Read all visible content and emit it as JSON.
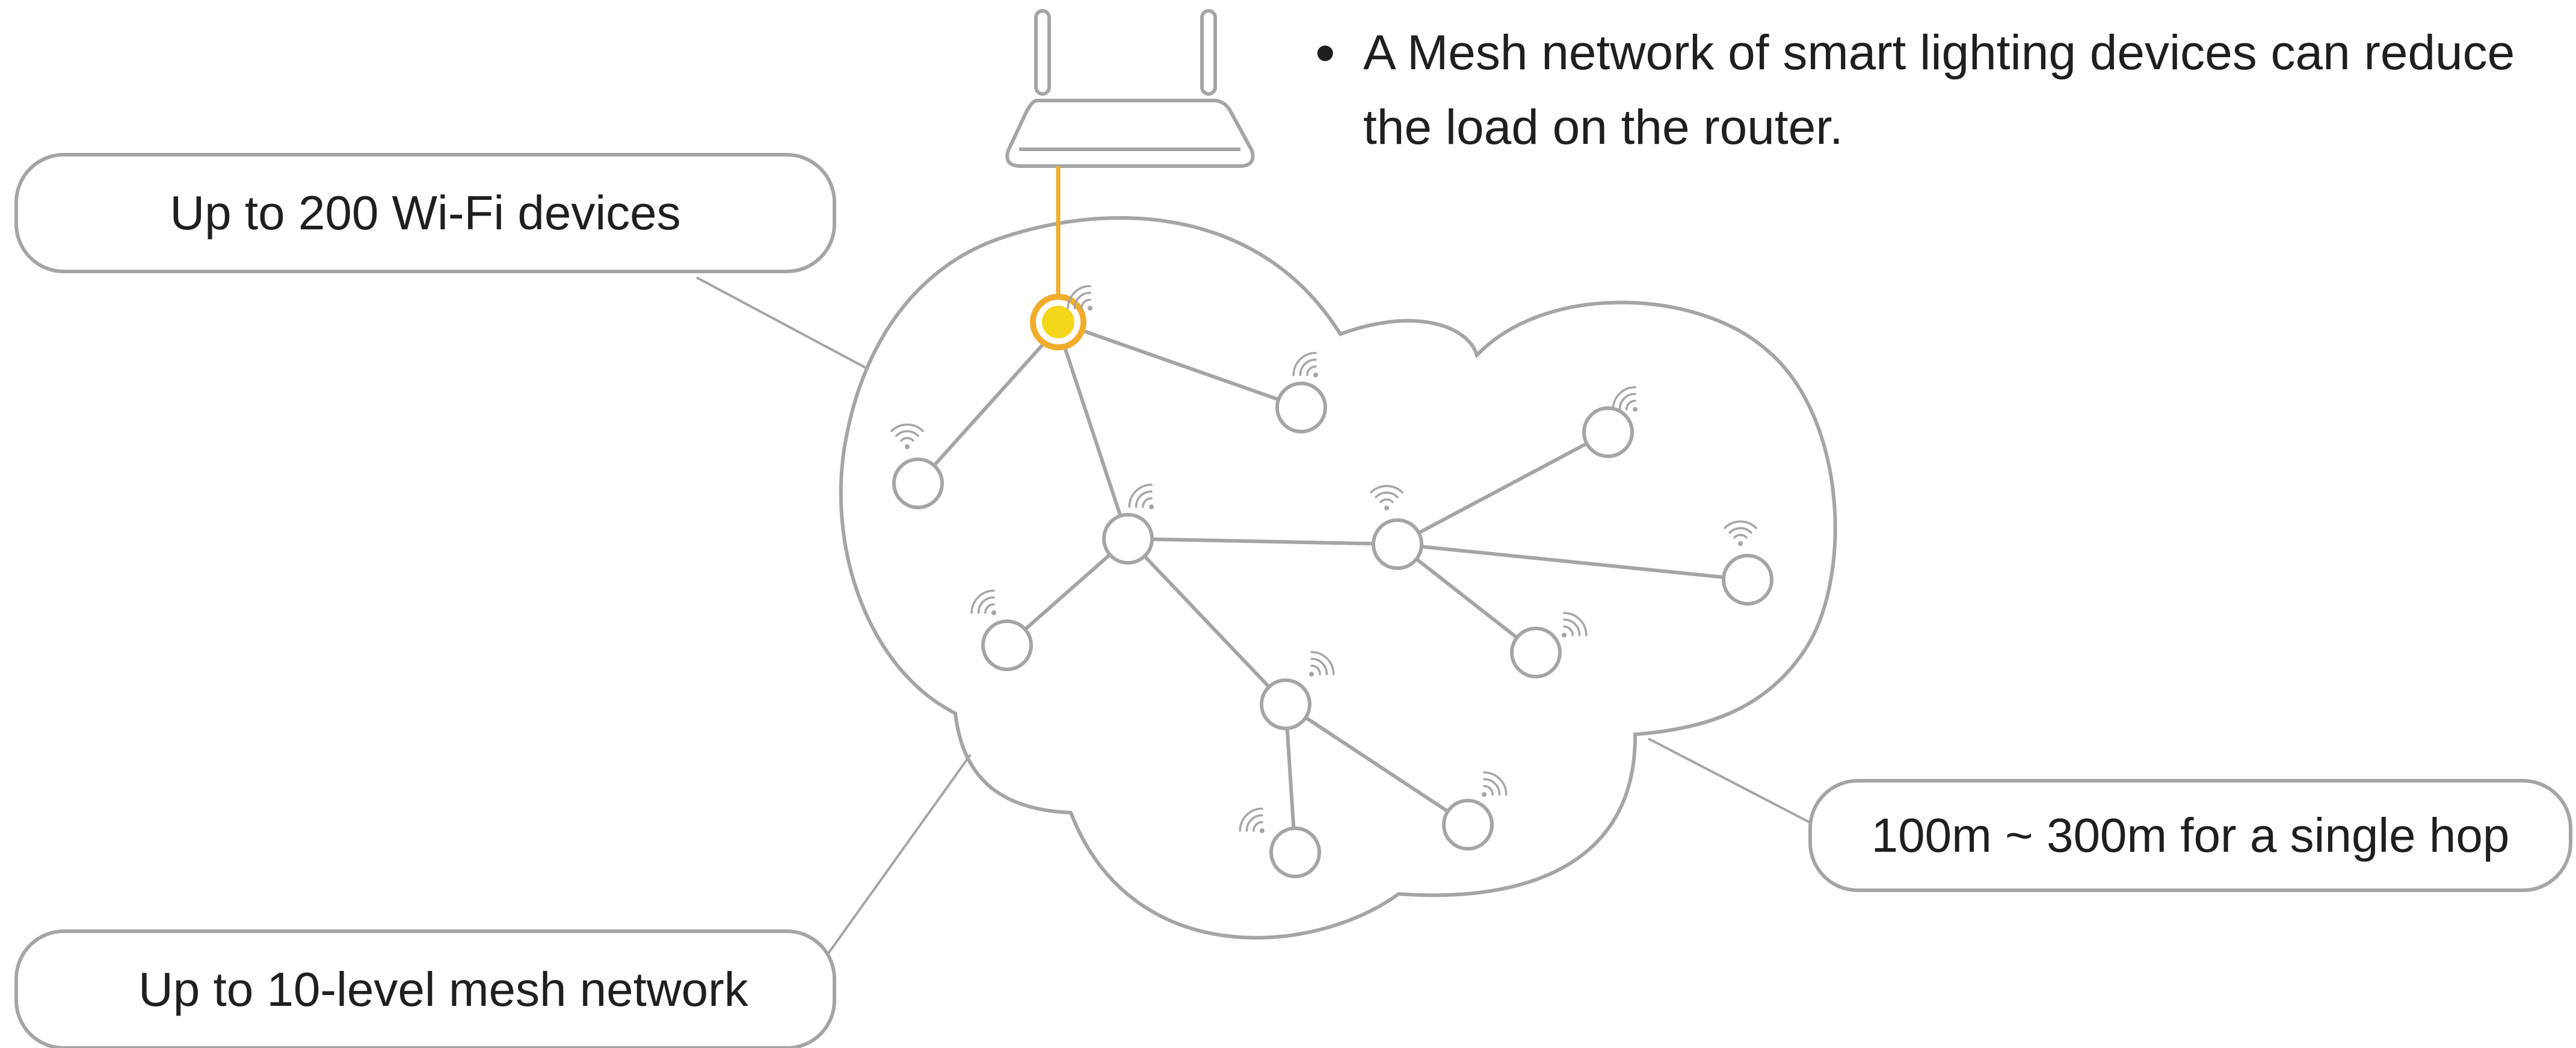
{
  "note": {
    "bullet": "•",
    "text": "A Mesh network of smart lighting devices can reduce the load on the router."
  },
  "callouts": {
    "wifi_devices": "Up to 200 Wi-Fi devices",
    "mesh_levels": "Up to 10-level mesh network",
    "single_hop": "100m ~ 300m for a single hop"
  },
  "icons": {
    "router": "router-icon",
    "node": "light-node-icon",
    "signal": "wifi-signal-icon",
    "cloud": "cloud-shape"
  },
  "colors": {
    "line_gray": "#a5a5a5",
    "text": "#1f1f1f",
    "gateway_ring": "#f0ad2c",
    "gateway_fill": "#f4d61a",
    "uplink": "#f0ad2c"
  }
}
